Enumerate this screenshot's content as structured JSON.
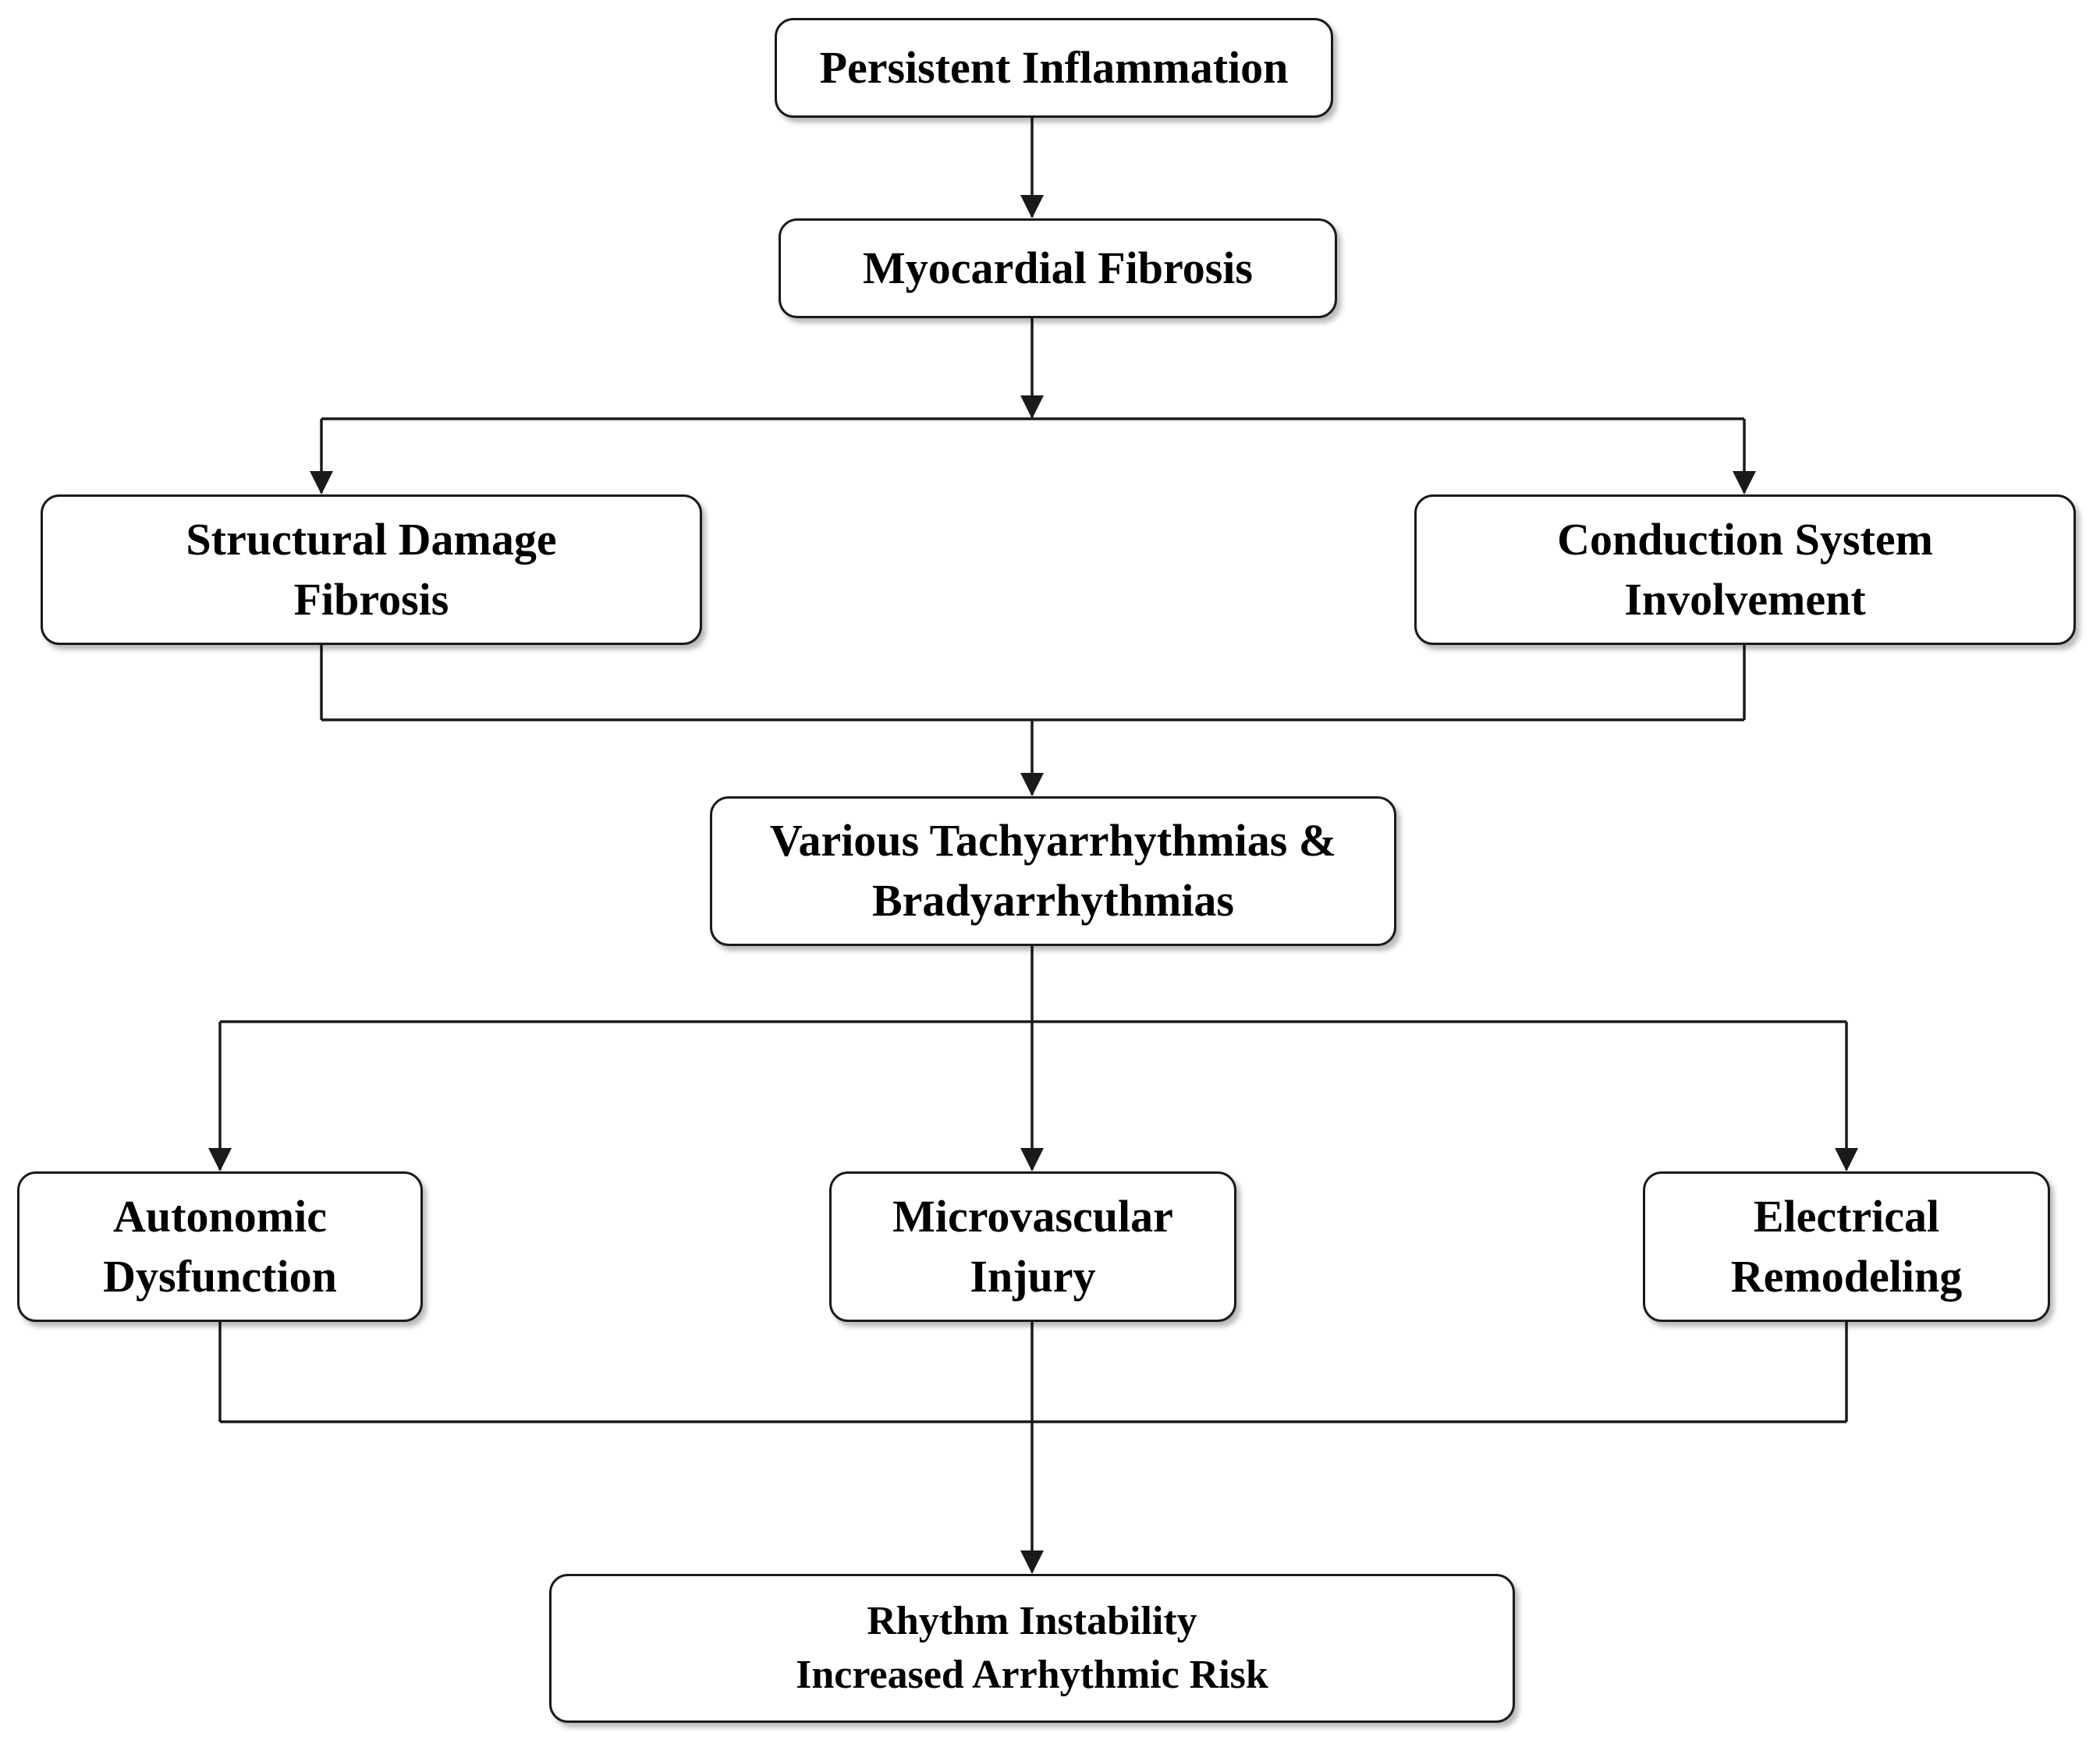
{
  "diagram": {
    "nodes": {
      "persistent_inflammation": {
        "lines": [
          "Persistent Inflammation"
        ]
      },
      "myocardial_fibrosis": {
        "lines": [
          "Myocardial Fibrosis"
        ]
      },
      "structural_damage": {
        "lines": [
          "Structural Damage",
          "Fibrosis"
        ]
      },
      "conduction_system": {
        "lines": [
          "Conduction System",
          "Involvement"
        ]
      },
      "various_arrhythmias": {
        "lines": [
          "Various Tachyarrhythmias &",
          "Bradyarrhythmias"
        ]
      },
      "autonomic_dysfunction": {
        "lines": [
          "Autonomic",
          "Dysfunction"
        ]
      },
      "microvascular_injury": {
        "lines": [
          "Microvascular",
          "Injury"
        ]
      },
      "electrical_remodeling": {
        "lines": [
          "Electrical",
          "Remodeling"
        ]
      },
      "rhythm_instability": {
        "lines": [
          "Rhythm Instability",
          "Increased Arrhythmic Risk"
        ]
      }
    },
    "edges": [
      {
        "from": "persistent_inflammation",
        "to": "myocardial_fibrosis"
      },
      {
        "from": "myocardial_fibrosis",
        "to": "structural_damage"
      },
      {
        "from": "myocardial_fibrosis",
        "to": "conduction_system"
      },
      {
        "from": "structural_damage",
        "to": "various_arrhythmias"
      },
      {
        "from": "conduction_system",
        "to": "various_arrhythmias"
      },
      {
        "from": "various_arrhythmias",
        "to": "autonomic_dysfunction"
      },
      {
        "from": "various_arrhythmias",
        "to": "microvascular_injury"
      },
      {
        "from": "various_arrhythmias",
        "to": "electrical_remodeling"
      },
      {
        "from": "autonomic_dysfunction",
        "to": "rhythm_instability"
      },
      {
        "from": "microvascular_injury",
        "to": "rhythm_instability"
      },
      {
        "from": "electrical_remodeling",
        "to": "rhythm_instability"
      }
    ],
    "colors": {
      "line": "#1a1a1a",
      "box_border": "#1a1a1a",
      "box_fill": "#ffffff",
      "text": "#000000"
    }
  }
}
